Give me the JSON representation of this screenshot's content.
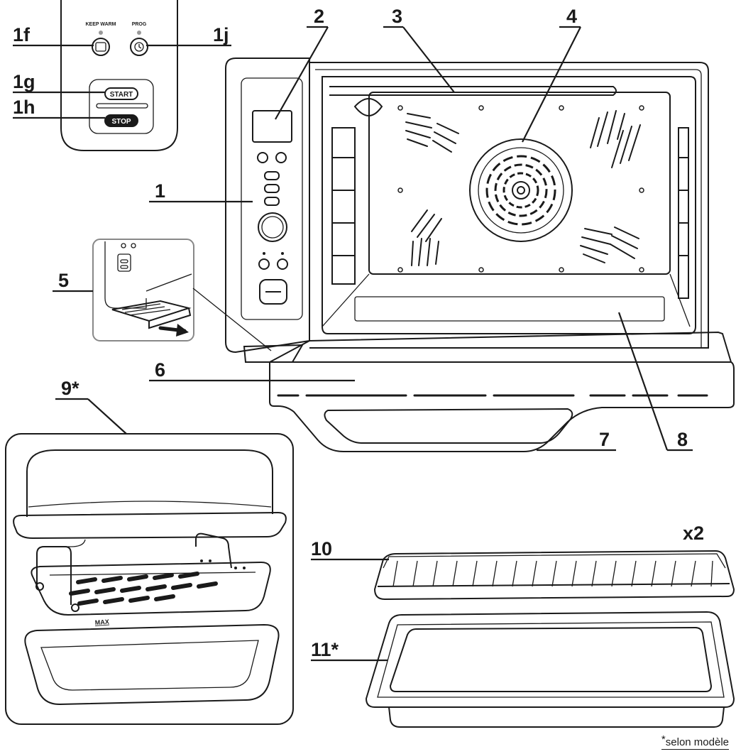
{
  "labels": {
    "l1f": "1f",
    "l1j": "1j",
    "l1g": "1g",
    "l1h": "1h",
    "l1": "1",
    "l2": "2",
    "l3": "3",
    "l4": "4",
    "l5": "5",
    "l6": "6",
    "l7": "7",
    "l8": "8",
    "l9": "9*",
    "l10": "10",
    "l11": "11*"
  },
  "control_panel": {
    "keep_warm": "KEEP WARM",
    "prog": "PROG",
    "start": "START",
    "stop": "STOP"
  },
  "rack_quantity": "x2",
  "tray_max_mark": "MAX",
  "footnote": {
    "star": "*",
    "text": "selon modèle"
  }
}
